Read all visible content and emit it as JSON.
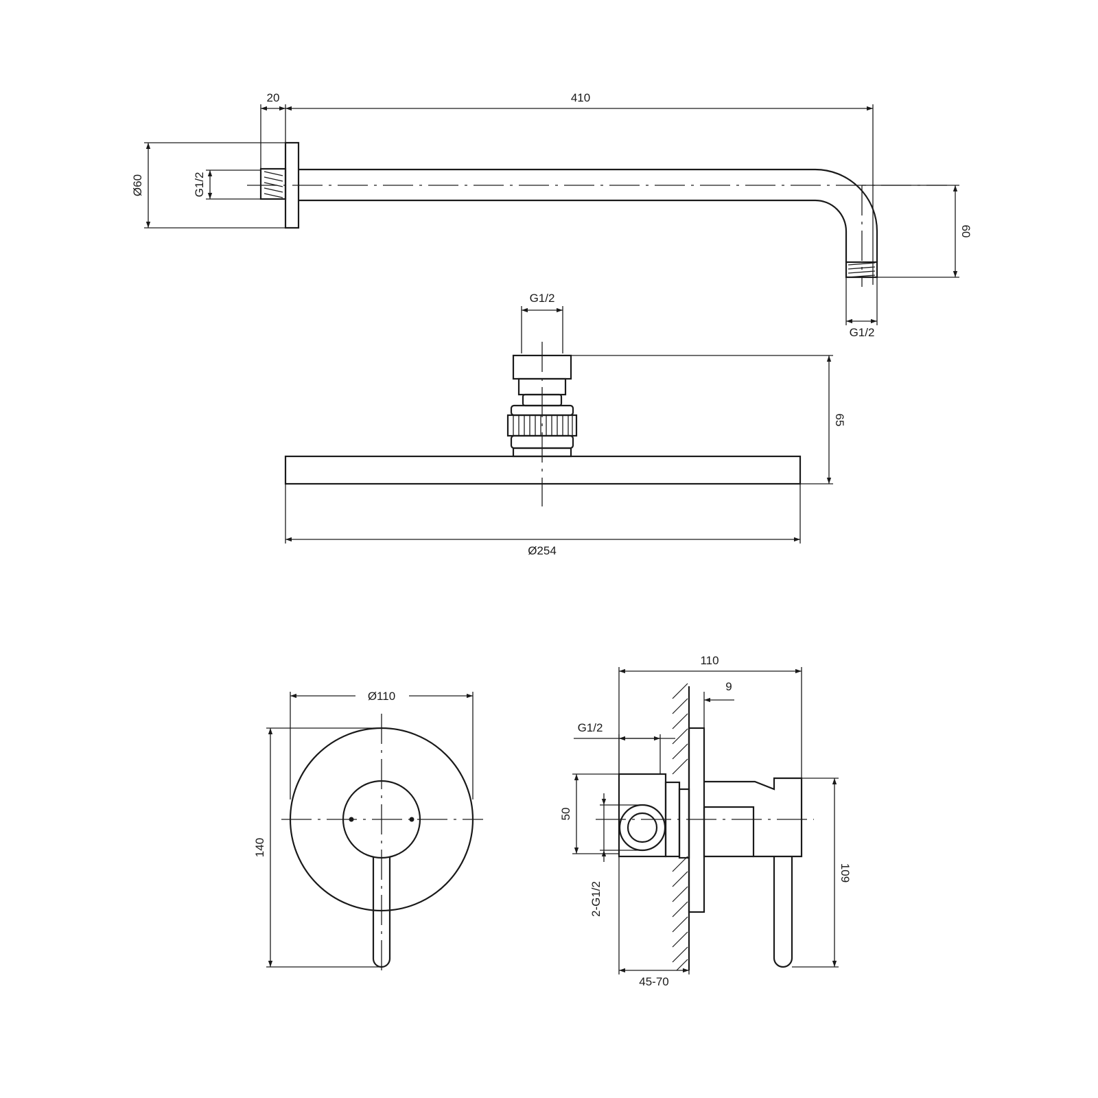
{
  "shower_arm": {
    "dim_flange_depth": "20",
    "dim_arm_length": "410",
    "dim_flange_diameter": "Ø60",
    "dim_inlet_thread": "G1/2",
    "dim_drop_height": "60",
    "dim_outlet_thread": "G1/2"
  },
  "shower_head": {
    "dim_connector_thread": "G1/2",
    "dim_height": "65",
    "dim_diameter": "Ø254"
  },
  "mixer_front": {
    "dim_plate_diameter": "Ø110",
    "dim_overall_height": "140"
  },
  "mixer_side": {
    "dim_overall_depth": "110",
    "dim_plate_thickness": "9",
    "dim_inlet_thread": "G1/2",
    "dim_inlet_spacing": "50",
    "dim_inlet_count_thread": "2-G1/2",
    "dim_wall_depth_range": "45-70",
    "dim_handle_height": "109"
  }
}
